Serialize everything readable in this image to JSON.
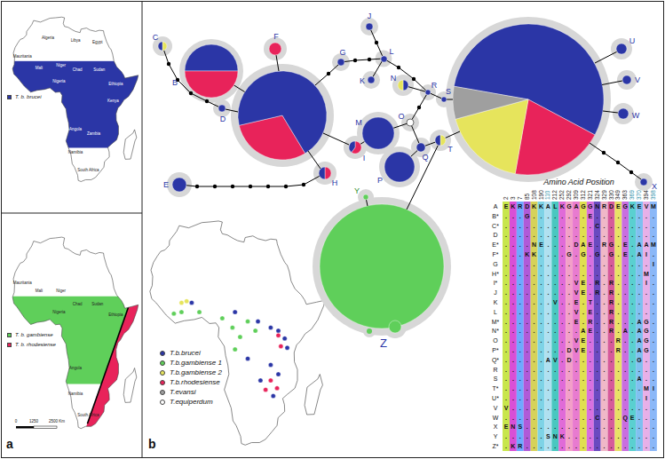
{
  "diagram": {
    "nodes": [
      {
        "text": [
          "B"
        ]
      },
      {
        "text": [
          "C"
        ]
      },
      {
        "text": [
          "D"
        ]
      },
      {
        "text": [
          "E"
        ]
      },
      {
        "text": [
          "F"
        ]
      },
      {
        "text": [
          "G"
        ]
      },
      {
        "text": [
          "H"
        ]
      },
      {
        "text": [
          "I"
        ]
      },
      {
        "text": [
          "J"
        ]
      },
      {
        "text": [
          "K"
        ]
      },
      {
        "text": [
          "L"
        ]
      },
      {
        "text": [
          "M"
        ]
      },
      {
        "text": [
          "N"
        ]
      },
      {
        "text": [
          "O"
        ]
      },
      {
        "text": [
          "P"
        ]
      },
      {
        "text": [
          "Q"
        ]
      },
      {
        "text": [
          "R"
        ]
      },
      {
        "text": [
          "S"
        ]
      },
      {
        "text": [
          "T"
        ]
      },
      {
        "text": [
          "U"
        ]
      },
      {
        "text": [
          "V"
        ]
      },
      {
        "text": [
          "W"
        ]
      },
      {
        "text": [
          "X"
        ]
      },
      {
        "text": [
          "Y"
        ]
      },
      {
        "text": [
          "Z"
        ]
      }
    ],
    "edges": [
      {
        "from": 1,
        "to": 2,
        "arrow": "none"
      },
      {
        "from": 3,
        "to": 6,
        "arrow": "none"
      },
      {
        "from": 7,
        "to": 11,
        "arrow": "none"
      },
      {
        "from": 11,
        "to": 13,
        "arrow": "none"
      },
      {
        "from": 13,
        "to": 15,
        "arrow": "none"
      },
      {
        "from": 14,
        "to": 15,
        "arrow": "none"
      },
      {
        "from": 15,
        "to": 18,
        "arrow": "none"
      },
      {
        "from": 13,
        "to": 16,
        "arrow": "none"
      },
      {
        "from": 16,
        "to": 17,
        "arrow": "none"
      },
      {
        "from": 5,
        "to": 10,
        "arrow": "none"
      },
      {
        "from": 8,
        "to": 10,
        "arrow": "none"
      },
      {
        "from": 9,
        "to": 10,
        "arrow": "none"
      },
      {
        "from": 10,
        "to": 16,
        "arrow": "none"
      },
      {
        "from": 12,
        "to": 16,
        "arrow": "none"
      }
    ],
    "labels": [
      "a",
      "b",
      "Mauritania",
      "Algeria",
      "Libya",
      "Egypt",
      "Mali",
      "Niger",
      "Chad",
      "Sudan",
      "Ethiopia",
      "Nigeria",
      "Kenya",
      "Angola",
      "Zambia",
      "Namibia",
      "South Africa",
      "Mauritania",
      "Mali",
      "Niger",
      "Chad",
      "Sudan",
      "Ethiopia",
      "Nigeria",
      "Angola",
      "Namibia",
      "South Africa",
      "0",
      "1250",
      "2500 Km",
      "Amino Acid Position",
      "2",
      "3",
      "7",
      "85",
      "108",
      "190",
      "110",
      "212",
      "252",
      "292",
      "309",
      "312",
      "321",
      "324",
      "329",
      "330",
      "349",
      "363",
      "369",
      "370",
      "394",
      "398",
      "A",
      "B*",
      "C*",
      "D",
      "E*",
      "F*",
      "G",
      "H*",
      "I*",
      "J",
      "K",
      "L",
      "M*",
      "N*",
      "O",
      "P*",
      "Q*",
      "R",
      "S",
      "T*",
      "U*",
      "V",
      "W",
      "X",
      "Y",
      "Z*",
      "E",
      "K",
      "R",
      "D",
      "K",
      "K",
      "A",
      "L",
      "K",
      "G",
      "A",
      "G",
      "G",
      "N",
      "R",
      "D",
      "E",
      "G",
      "K",
      "E",
      "V",
      "M",
      ".",
      ".",
      ".",
      "G",
      ".",
      ".",
      ".",
      ".",
      ".",
      ".",
      ".",
      ".",
      "E",
      ".",
      ".",
      ".",
      ".",
      ".",
      ".",
      ".",
      ".",
      ".",
      ".",
      ".",
      ".",
      ".",
      ".",
      ".",
      ".",
      ".",
      ".",
      ".",
      ".",
      ".",
      ".",
      "C",
      ".",
      ".",
      ".",
      ".",
      ".",
      ".",
      ".",
      ".",
      ".",
      ".",
      ".",
      ".",
      ".",
      ".",
      ".",
      ".",
      ".",
      ".",
      ".",
      ".",
      ".",
      ".",
      ".",
      ".",
      ".",
      ".",
      ".",
      ".",
      ".",
      ".",
      ".",
      ".",
      ".",
      ".",
      "N",
      "E",
      ".",
      ".",
      ".",
      ".",
      "D",
      "A",
      "E",
      ".",
      "R",
      "G",
      ".",
      "E",
      ".",
      "A",
      "A",
      "M",
      ".",
      ".",
      ".",
      "K",
      "K",
      ".",
      ".",
      ".",
      ".",
      "G",
      ".",
      "G",
      ".",
      "G",
      ".",
      "G",
      ".",
      "E",
      ".",
      "A",
      "I",
      ".",
      ".",
      ".",
      ".",
      ".",
      ".",
      ".",
      ".",
      ".",
      ".",
      ".",
      ".",
      ".",
      ".",
      ".",
      ".",
      ".",
      ".",
      ".",
      ".",
      ".",
      ".",
      "I",
      ".",
      ".",
      ".",
      ".",
      ".",
      ".",
      ".",
      ".",
      ".",
      ".",
      ".",
      ".",
      ".",
      ".",
      ".",
      ".",
      ".",
      ".",
      ".",
      ".",
      "M",
      ".",
      ".",
      ".",
      ".",
      ".",
      ".",
      ".",
      ".",
      ".",
      ".",
      ".",
      "V",
      "E",
      ".",
      "R",
      ".",
      "R",
      ".",
      ".",
      ".",
      ".",
      "I",
      ".",
      ".",
      ".",
      ".",
      ".",
      ".",
      ".",
      ".",
      ".",
      ".",
      ".",
      "V",
      "E",
      ".",
      "R",
      ".",
      "R",
      ".",
      ".",
      ".",
      ".",
      ".",
      ".",
      ".",
      ".",
      ".",
      ".",
      ".",
      ".",
      ".",
      "V",
      ".",
      ".",
      "E",
      ".",
      "T",
      ".",
      ".",
      "R",
      ".",
      ".",
      ".",
      ".",
      ".",
      ".",
      ".",
      ".",
      ".",
      ".",
      ".",
      ".",
      ".",
      ".",
      ".",
      ".",
      "V",
      ".",
      "E",
      ".",
      ".",
      "R",
      ".",
      ".",
      ".",
      ".",
      ".",
      ".",
      ".",
      ".",
      ".",
      ".",
      ".",
      ".",
      ".",
      ".",
      ".",
      ".",
      "E",
      ".",
      "R",
      ".",
      ".",
      "R",
      ".",
      ".",
      ".",
      "A",
      "G",
      ".",
      ".",
      ".",
      ".",
      ".",
      ".",
      ".",
      ".",
      ".",
      ".",
      ".",
      ".",
      "A",
      "E",
      ".",
      ".",
      "R",
      ".",
      "A",
      ".",
      "A",
      "G",
      ".",
      ".",
      ".",
      ".",
      ".",
      ".",
      ".",
      ".",
      ".",
      ".",
      ".",
      "V",
      "E",
      ".",
      ".",
      ".",
      ".",
      "R",
      ".",
      ".",
      "A",
      "G",
      ".",
      ".",
      ".",
      ".",
      ".",
      ".",
      ".",
      ".",
      ".",
      ".",
      "D",
      "V",
      "E",
      ".",
      ".",
      ".",
      ".",
      "R",
      ".",
      ".",
      "A",
      "G",
      ".",
      ".",
      ".",
      ".",
      ".",
      ".",
      ".",
      "A",
      "V",
      ".",
      "D",
      ".",
      ".",
      ".",
      ".",
      ".",
      ".",
      ".",
      ".",
      ".",
      "G",
      ".",
      ".",
      ".",
      ".",
      ".",
      ".",
      ".",
      ".",
      ".",
      ".",
      ".",
      ".",
      ".",
      ".",
      ".",
      ".",
      ".",
      ".",
      ".",
      ".",
      ".",
      ".",
      ".",
      ".",
      ".",
      ".",
      ".",
      ".",
      ".",
      ".",
      ".",
      ".",
      ".",
      ".",
      ".",
      ".",
      ".",
      ".",
      ".",
      ".",
      ".",
      ".",
      ".",
      "A",
      ".",
      ".",
      ".",
      ".",
      ".",
      ".",
      ".",
      ".",
      ".",
      ".",
      ".",
      ".",
      ".",
      ".",
      ".",
      ".",
      ".",
      ".",
      ".",
      ".",
      ".",
      ".",
      "M",
      "I",
      ".",
      ".",
      ".",
      ".",
      ".",
      ".",
      ".",
      ".",
      ".",
      ".",
      ".",
      ".",
      ".",
      ".",
      ".",
      ".",
      ".",
      ".",
      ".",
      ".",
      "I",
      ".",
      "V",
      ".",
      ".",
      ".",
      ".",
      ".",
      ".",
      ".",
      ".",
      ".",
      ".",
      ".",
      ".",
      ".",
      ".",
      ".",
      ".",
      ".",
      ".",
      ".",
      ".",
      ".",
      ".",
      ".",
      ".",
      ".",
      ".",
      ".",
      ".",
      ".",
      ".",
      ".",
      ".",
      ".",
      ".",
      "C",
      ".",
      ".",
      ".",
      "Q",
      "E",
      ".",
      ".",
      ".",
      "E",
      "N",
      "S",
      ".",
      ".",
      ".",
      ".",
      ".",
      ".",
      ".",
      ".",
      ".",
      ".",
      ".",
      ".",
      ".",
      ".",
      ".",
      ".",
      ".",
      ".",
      ".",
      ".",
      ".",
      ".",
      ".",
      ".",
      ".",
      "S",
      "N",
      "K",
      ".",
      ".",
      ".",
      ".",
      ".",
      ".",
      ".",
      ".",
      ".",
      ".",
      ".",
      ".",
      ".",
      ".",
      "K",
      "R",
      ".",
      ".",
      ".",
      ".",
      ".",
      ".",
      ".",
      ".",
      ".",
      ".",
      ".",
      ".",
      ".",
      ".",
      ".",
      ".",
      ".",
      ".",
      "."
    ],
    "legend": [
      {
        "text": "T. b. brucei",
        "color": "#2b36a6"
      },
      {
        "text": "T. b. gambiense",
        "color": "#5fcf5a"
      },
      {
        "text": "T. b. rhodesiense",
        "color": "#e8235a"
      },
      {
        "text": "T.b.brucei",
        "color": "#2b36a6"
      },
      {
        "text": "T.b.gambiense 1",
        "color": "#5fcf5a"
      },
      {
        "text": "T.b.gambiense 2",
        "color": "#e6e45c"
      },
      {
        "text": "T.b.rhodesiense",
        "color": "#e8235a"
      },
      {
        "text": "T.evansi",
        "color": "#9f9f9f"
      },
      {
        "text": "T.equiperdum",
        "color": "#ffffff"
      }
    ]
  }
}
